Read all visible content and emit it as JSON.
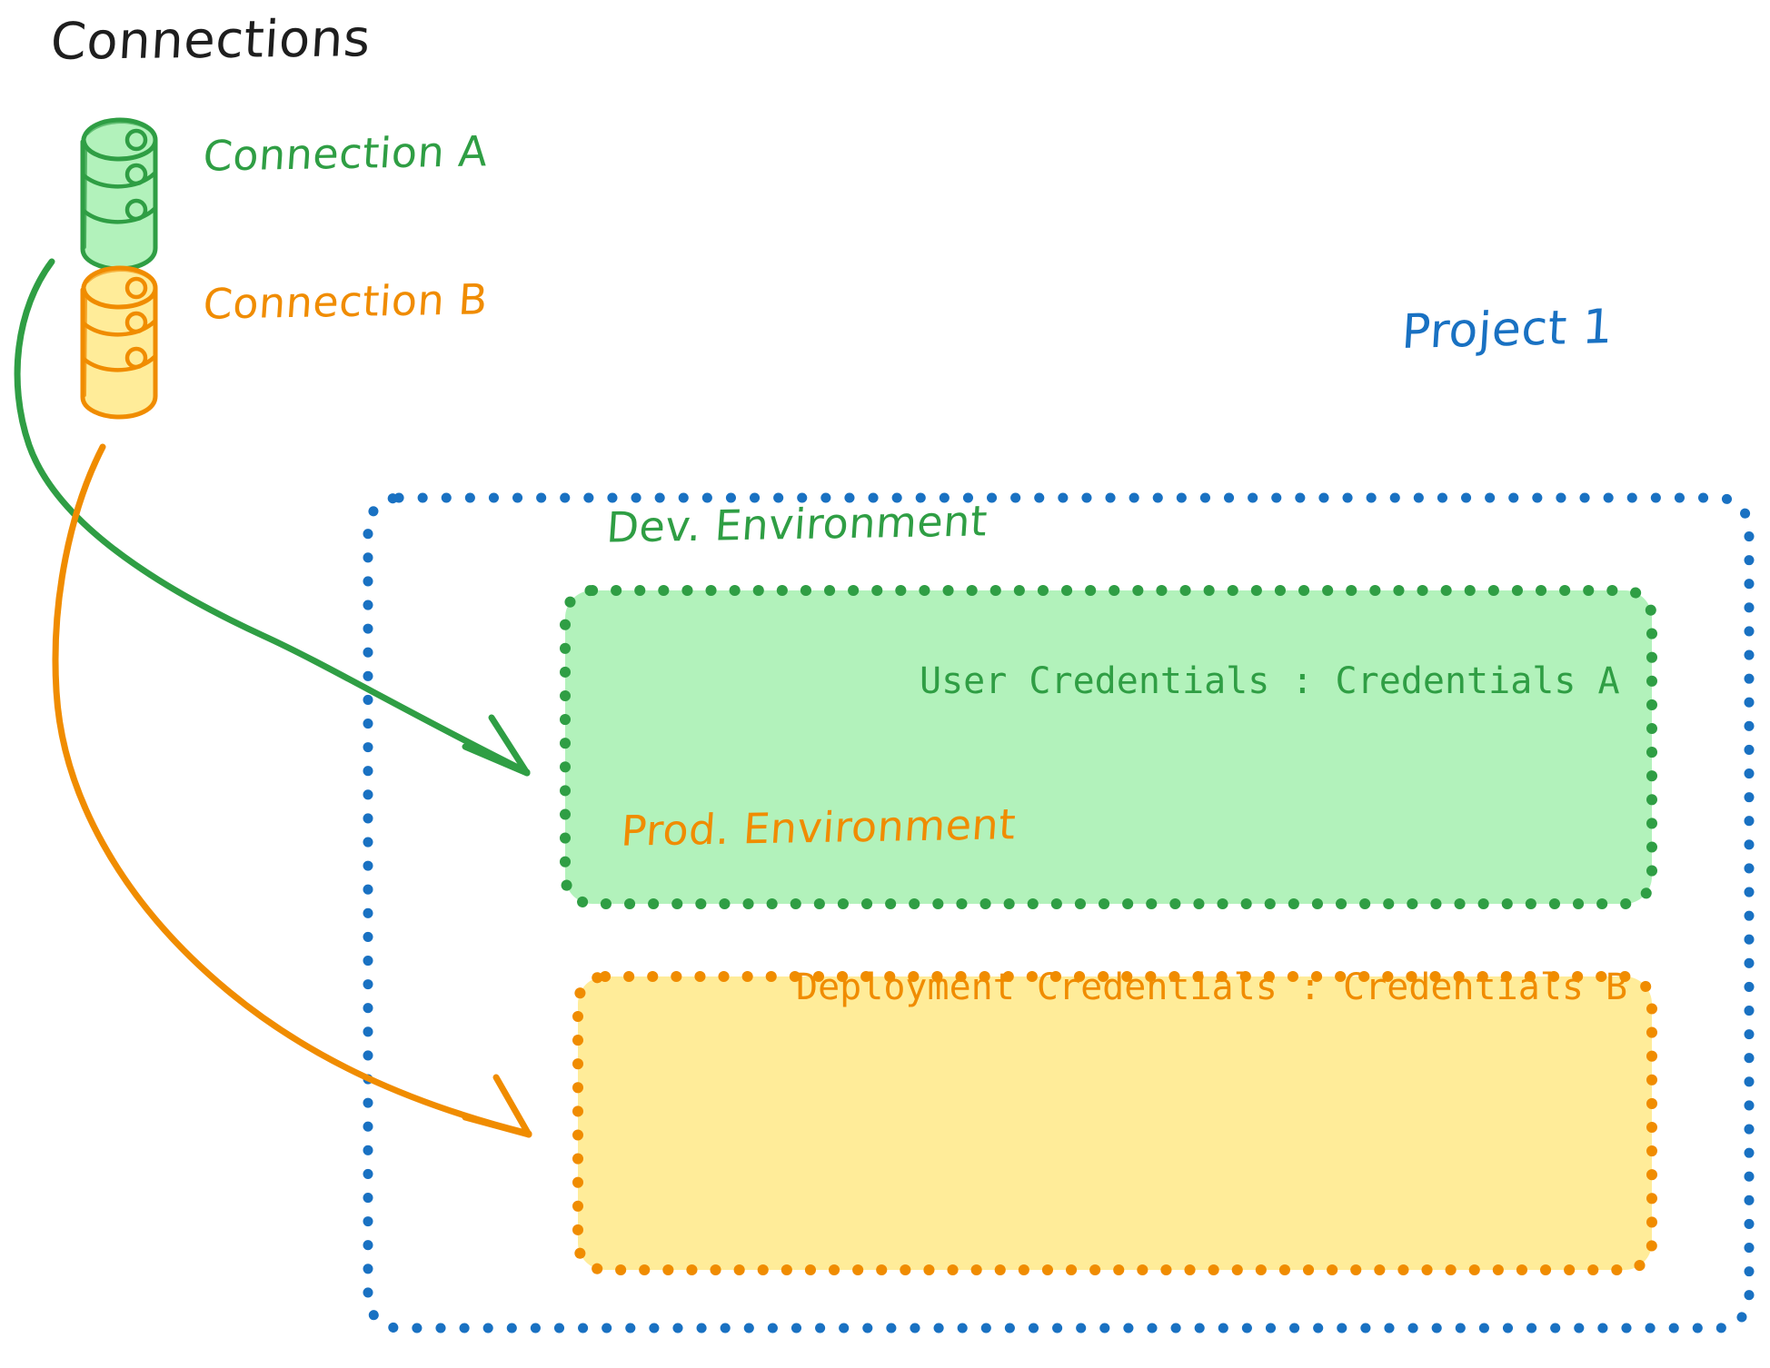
{
  "diagram": {
    "title": "Connections",
    "title_color": "#1e1e1e",
    "background": "#ffffff"
  },
  "connections": [
    {
      "id": "connection-a",
      "label": "Connection A",
      "icon": "database-cylinder-icon",
      "stroke": "#2f9e44",
      "fill": "#b2f2bb",
      "targets_label": "Dev. Environment"
    },
    {
      "id": "connection-b",
      "label": "Connection B",
      "icon": "database-cylinder-icon",
      "stroke": "#f08c00",
      "fill": "#ffec99",
      "targets_label": "Prod. Environment"
    }
  ],
  "project": {
    "label": "Project 1",
    "color": "#1971c2",
    "border_style": "dotted"
  },
  "environments": [
    {
      "id": "dev-environment",
      "title": "Dev. Environment",
      "credentials_label": "User Credentials",
      "credentials_separator": ":",
      "credentials_value": "Credentials A",
      "credentials_text": "User Credentials : Credentials A",
      "stroke": "#2f9e44",
      "fill": "#b2f2bb",
      "border_style": "dotted"
    },
    {
      "id": "prod-environment",
      "title": "Prod. Environment",
      "credentials_label": "Deployment Credentials",
      "credentials_separator": ":",
      "credentials_value": "Credentials B",
      "credentials_text": "Deployment Credentials : Credentials B",
      "stroke": "#f08c00",
      "fill": "#ffec99",
      "border_style": "dotted"
    }
  ],
  "arrows": [
    {
      "id": "arrow-connection-a-to-dev",
      "from": "connection-a",
      "to": "dev-environment",
      "color": "#2f9e44"
    },
    {
      "id": "arrow-connection-b-to-prod",
      "from": "connection-b",
      "to": "prod-environment",
      "color": "#f08c00"
    }
  ]
}
